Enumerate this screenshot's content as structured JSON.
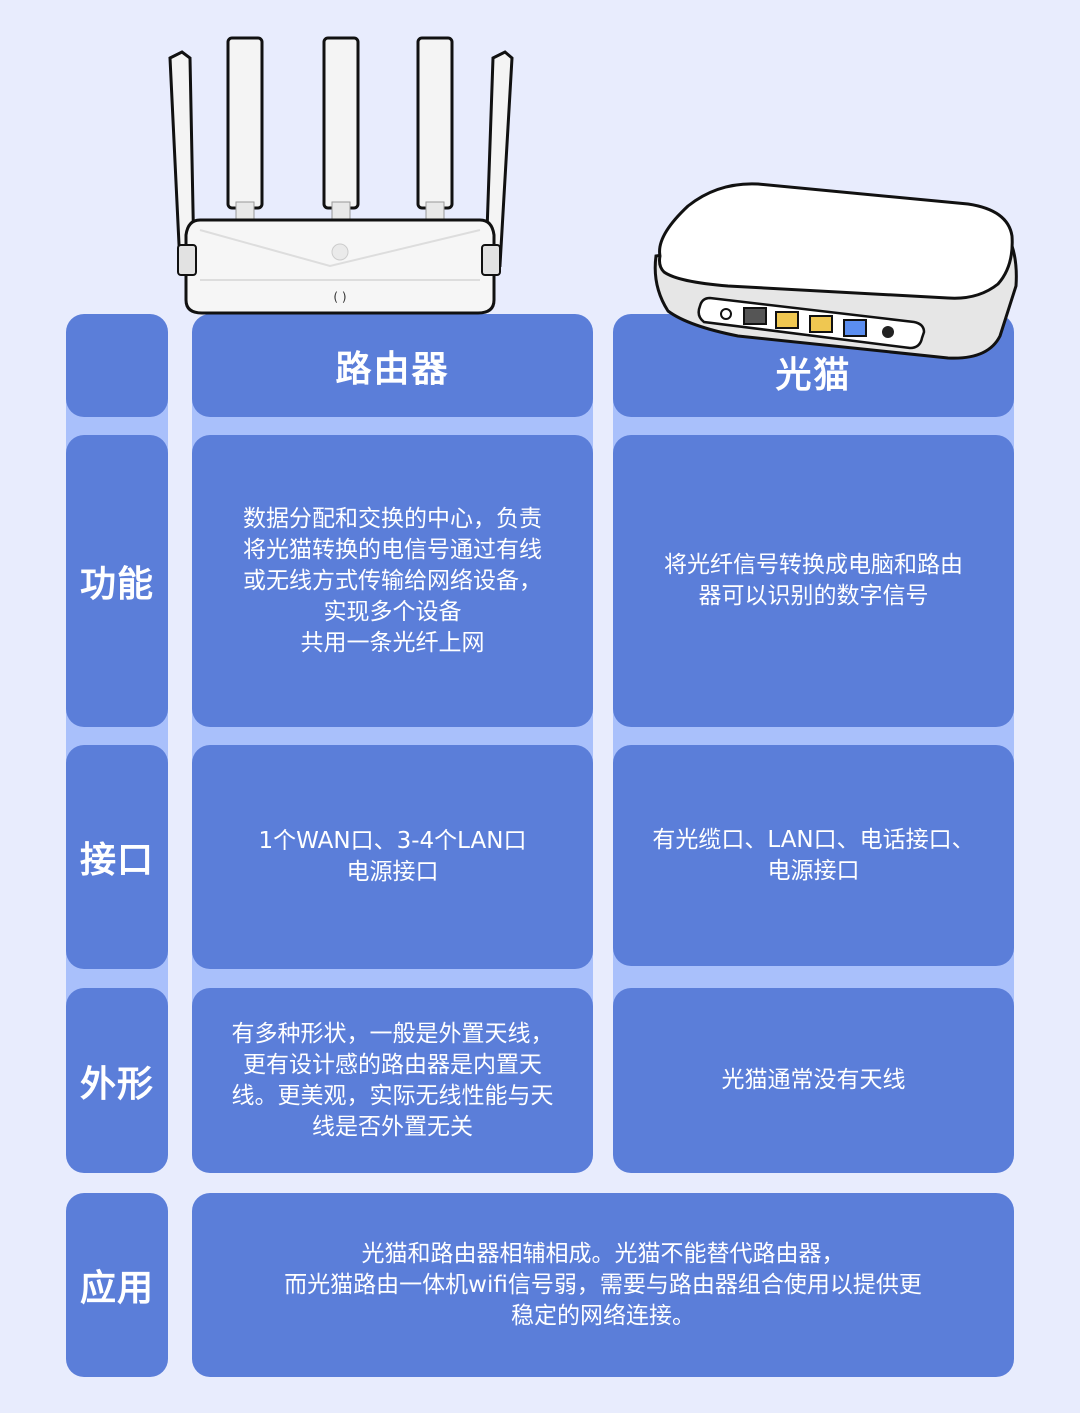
{
  "colors": {
    "background": "#e8ecfd",
    "card": "#5b7ed9",
    "connector": "#a9c0fb",
    "text": "#ffffff",
    "port_gray": "#555555",
    "port_yellow": "#efc751",
    "port_blue": "#5b8ef0"
  },
  "images": {
    "router": "router-with-five-antennas",
    "modem": "optical-modem-with-ports"
  },
  "columns": [
    {
      "title": "路由器"
    },
    {
      "title": "光猫"
    }
  ],
  "rows": [
    {
      "label": "功能",
      "router": [
        "数据分配和交换的中心，负责",
        "将光猫转换的电信号通过有线",
        "或无线方式传输给网络设备，",
        "实现多个设备",
        "共用一条光纤上网"
      ],
      "modem": [
        "将光纤信号转换成电脑和路由",
        "器可以识别的数字信号"
      ]
    },
    {
      "label": "接口",
      "router": [
        "1个WAN口、3-4个LAN口",
        "电源接口"
      ],
      "modem": [
        "有光缆口、LAN口、电话接口、",
        "电源接口"
      ]
    },
    {
      "label": "外形",
      "router": [
        "有多种形状，一般是外置天线，",
        "更有设计感的路由器是内置天",
        "线。更美观，实际无线性能与天",
        "线是否外置无关"
      ],
      "modem": [
        "光猫通常没有天线"
      ]
    }
  ],
  "application": {
    "label": "应用",
    "text": [
      "光猫和路由器相辅相成。光猫不能替代路由器，",
      "而光猫路由一体机wifi信号弱，需要与路由器组合使用以提供更",
      "稳定的网络连接。"
    ]
  }
}
